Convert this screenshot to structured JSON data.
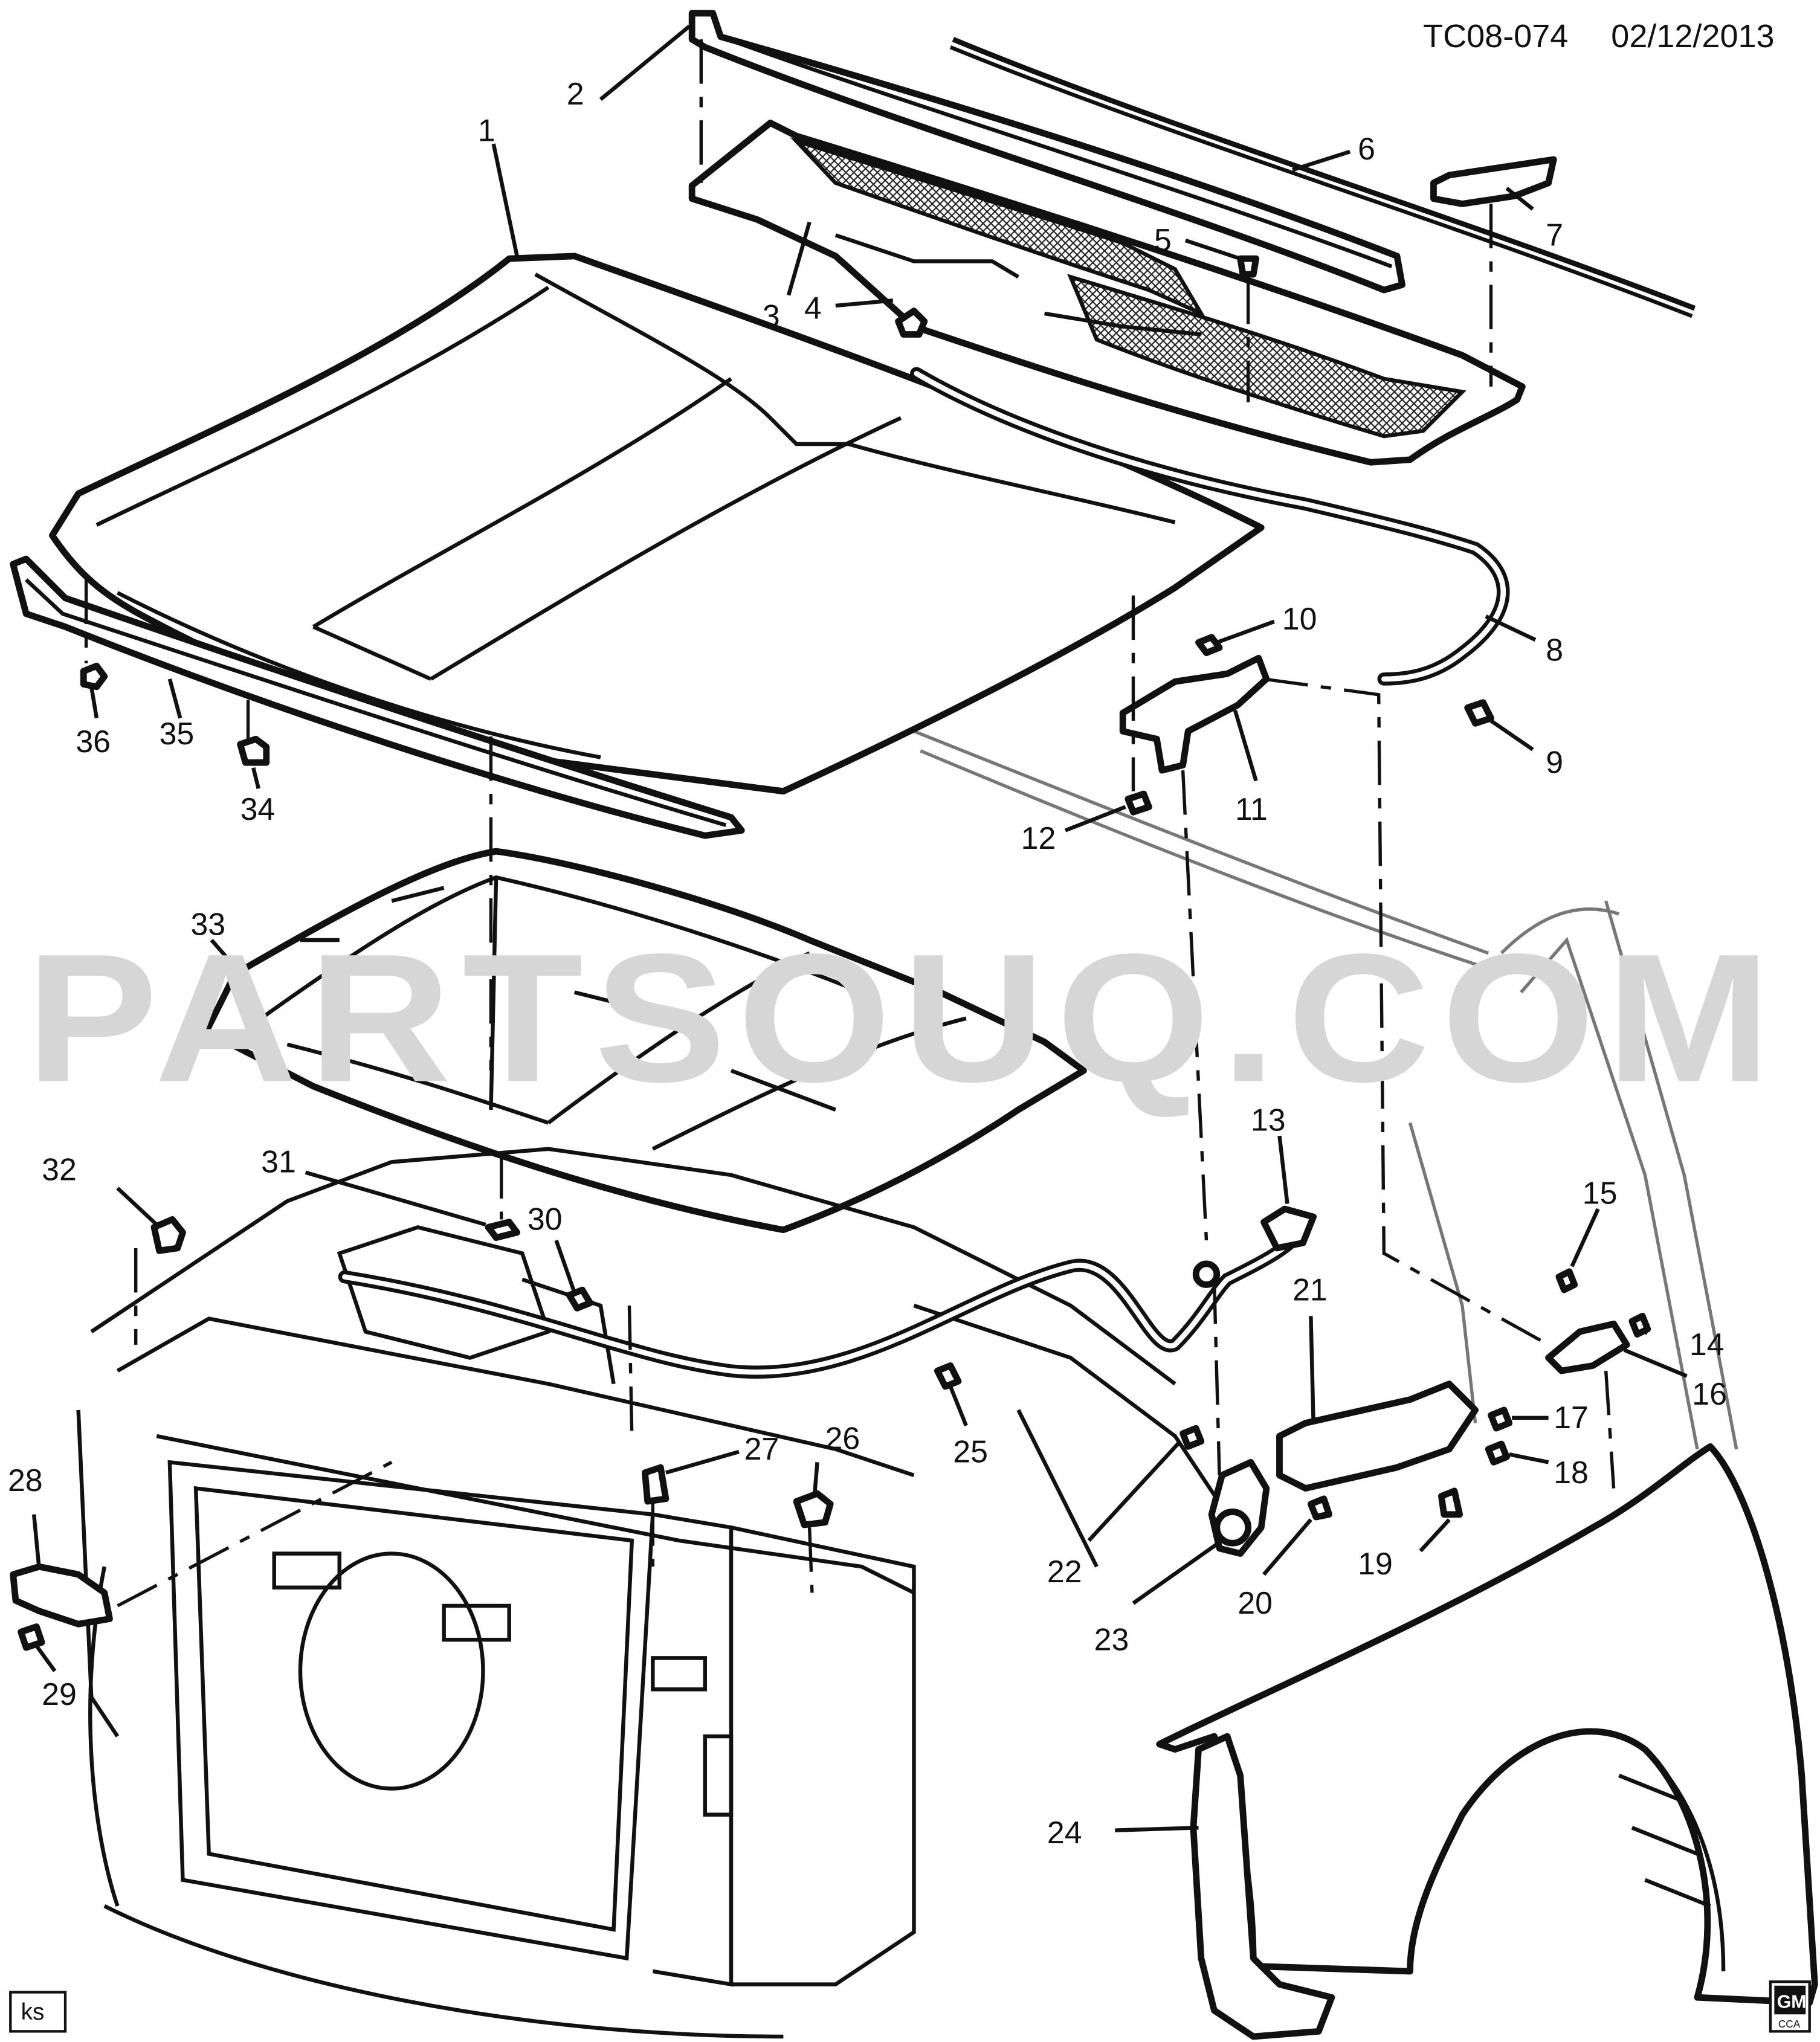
{
  "header": {
    "code": "TC08-074",
    "date": "02/12/2013"
  },
  "watermark": "PARTSOUQ.COM",
  "footer": {
    "initials": "ks",
    "logo_text": "GM",
    "logo_subtext": "CCA"
  },
  "callouts": [
    "1",
    "2",
    "3",
    "4",
    "5",
    "6",
    "7",
    "8",
    "9",
    "10",
    "11",
    "12",
    "13",
    "14",
    "15",
    "16",
    "17",
    "18",
    "19",
    "20",
    "21",
    "22",
    "23",
    "24",
    "25",
    "26",
    "27",
    "28",
    "29",
    "30",
    "31",
    "32",
    "33",
    "34",
    "35",
    "36"
  ]
}
